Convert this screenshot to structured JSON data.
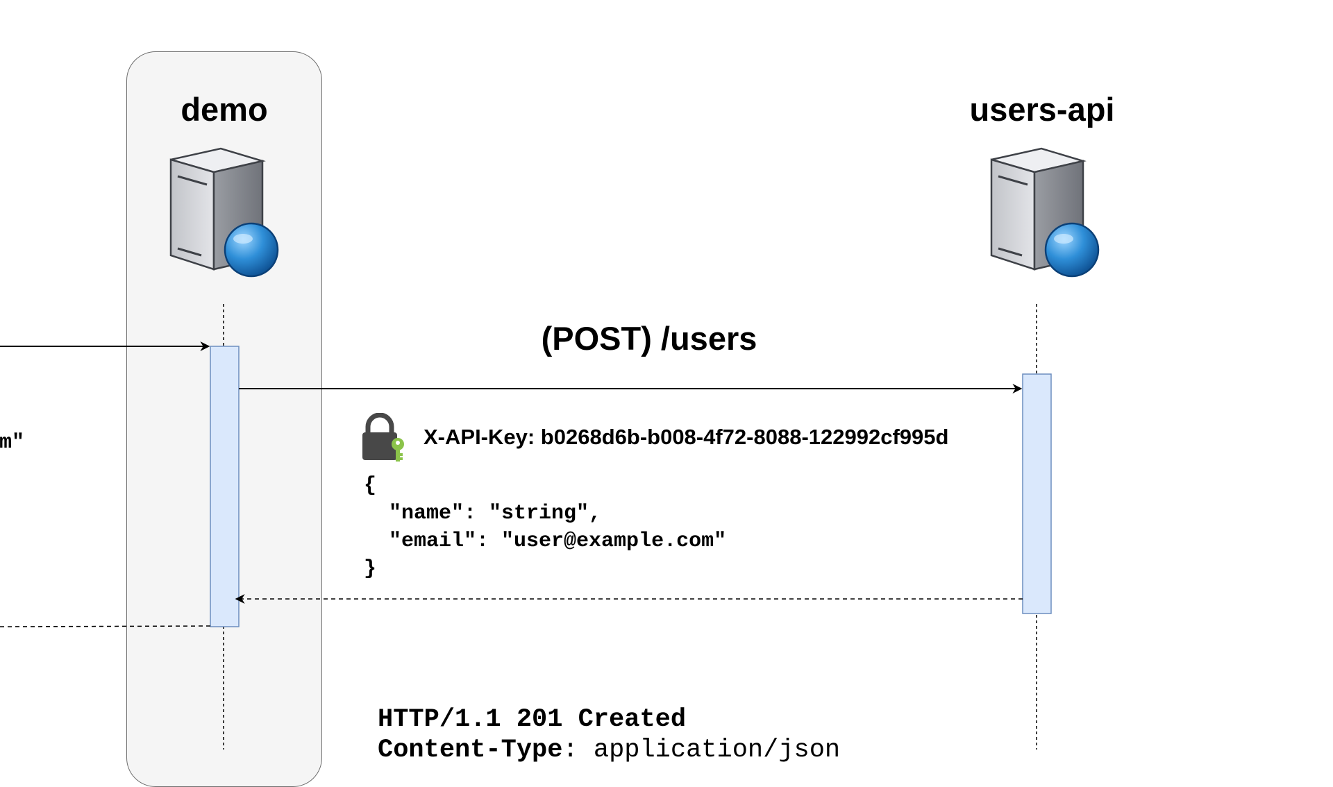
{
  "participants": {
    "demo": {
      "name": "demo",
      "icon": "server-globe-icon"
    },
    "users_api": {
      "name": "users-api",
      "icon": "server-globe-icon"
    }
  },
  "message": {
    "label": "(POST) /users",
    "auth_icon": "lock-key-icon",
    "api_key": "X-API-Key: b0268d6b-b008-4f72-8088-122992cf995d",
    "body_lines": [
      "{",
      "  \"name\": \"string\",",
      "  \"email\": \"user@example.com\"",
      "}"
    ]
  },
  "left_clipped_text": "m\"",
  "response": {
    "status_line": "HTTP/1.1 201 Created",
    "header_key": "Content-Type",
    "header_value": ": application/json"
  },
  "colors": {
    "lane_fill": "#f5f5f5",
    "lane_border": "#6d6d6d",
    "activation_fill": "#dae8fc",
    "activation_border": "#6c8ebf",
    "line": "#000000",
    "key_green": "#8bc34a"
  }
}
